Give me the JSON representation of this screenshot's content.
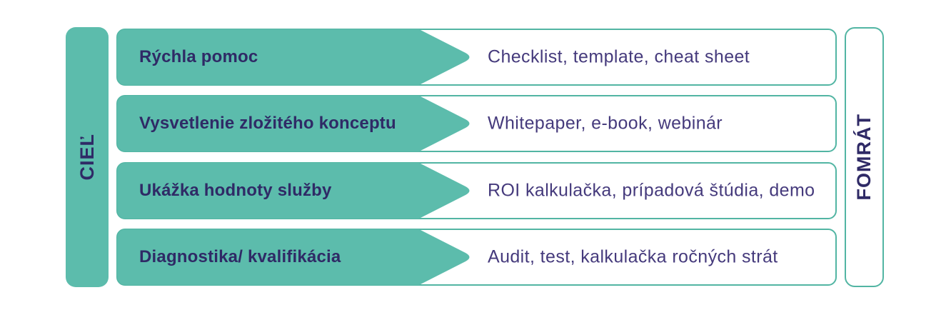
{
  "axes": {
    "left_label": "CIEĽ",
    "right_label": "FOMRÁT"
  },
  "rows": [
    {
      "goal": "Rýchla pomoc",
      "formats": "Checklist, template, cheat sheet"
    },
    {
      "goal": "Vysvetlenie zložitého konceptu",
      "formats": "Whitepaper, e-book, webinár"
    },
    {
      "goal": "Ukážka hodnoty služby",
      "formats": "ROI kalkulačka, prípadová štúdia, demo"
    },
    {
      "goal": "Diagnostika/ kvalifikácia",
      "formats": "Audit, test, kalkulačka ročných strát"
    }
  ],
  "colors": {
    "teal": "#5cbcac",
    "box_border": "#52b5a3",
    "goal_text": "#2f2a66",
    "format_text": "#453a7c",
    "background": "#ffffff"
  }
}
